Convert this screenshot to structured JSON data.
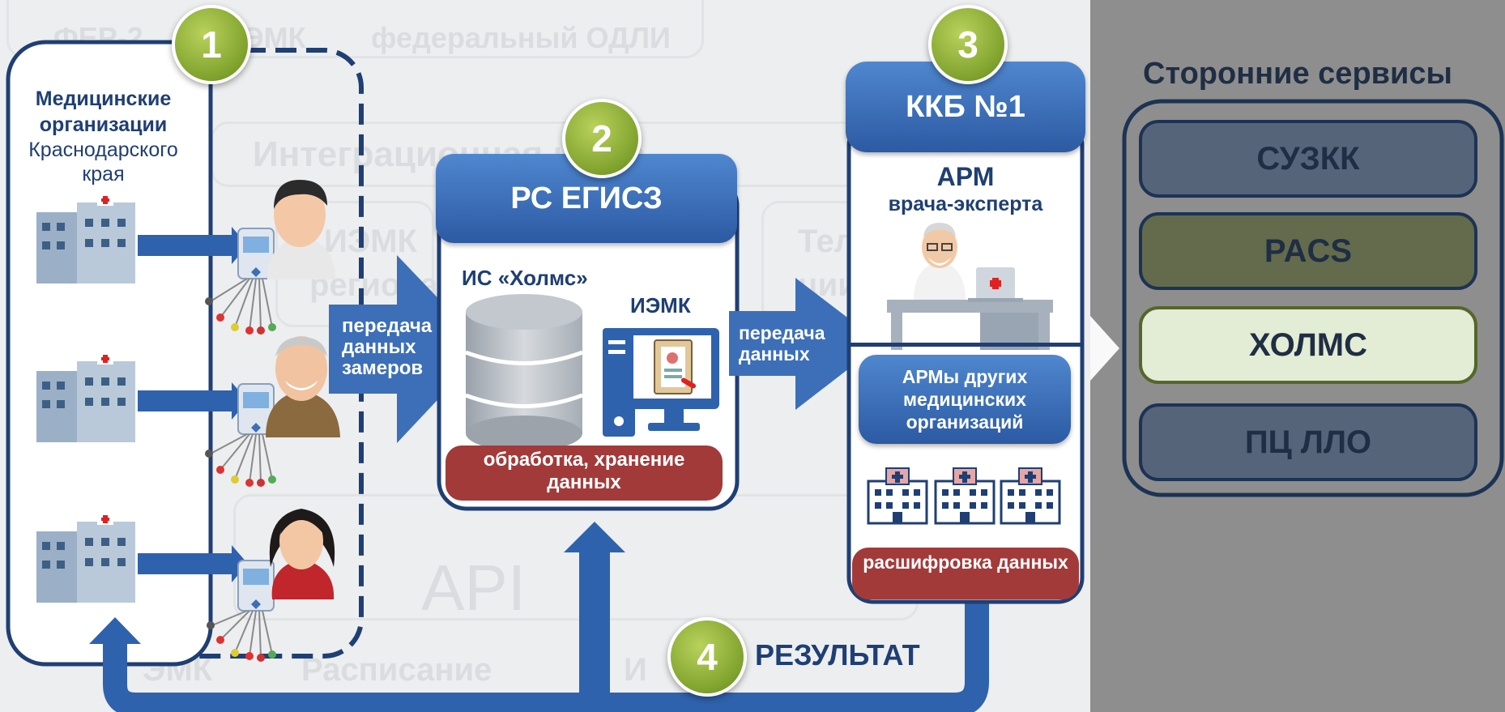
{
  "left": {
    "title_bold": "Медицинские организации",
    "title_normal": "Краснодарского края",
    "badge": "1"
  },
  "arrow1": {
    "label": "передача данных замеров"
  },
  "egisz": {
    "badge": "2",
    "title": "РС ЕГИСЗ",
    "holms_label": "ИС «Холмс»",
    "iemk_label": "ИЭМК",
    "processing": "обработка, хранение данных"
  },
  "arrow2": {
    "label": "передача данных"
  },
  "kkb": {
    "badge": "3",
    "title": "ККБ №1",
    "arm_title": "АРМ",
    "arm_subtitle": "врача-эксперта",
    "other_arms": "АРМы других медицинских организаций",
    "decoding": "расшифровка данных"
  },
  "result": {
    "badge": "4",
    "label": "РЕЗУЛЬТАТ"
  },
  "services": {
    "title": "Сторонние сервисы",
    "items": [
      {
        "label": "СУЗКК",
        "fill": "#56647a"
      },
      {
        "label": "PACS",
        "fill": "#636b4c"
      },
      {
        "label": "ХОЛМС",
        "fill": "#e3ecd4"
      },
      {
        "label": "ПЦ ЛЛО",
        "fill": "#56647a"
      }
    ]
  },
  "background": {
    "texts": [
      "ФЕР-2",
      "ЭМК",
      "федеральный ОДЛИ",
      "Интеграционная шина",
      "ИЭМК",
      "региона",
      "Тел",
      "ции",
      "API",
      "ЭМК",
      "Расписание",
      "И"
    ]
  },
  "colors": {
    "blue": "#2f62ad",
    "navy": "#1f3f74",
    "green": "#7fa22d",
    "red": "#a33a3a",
    "gray": "#8e8e8e"
  }
}
